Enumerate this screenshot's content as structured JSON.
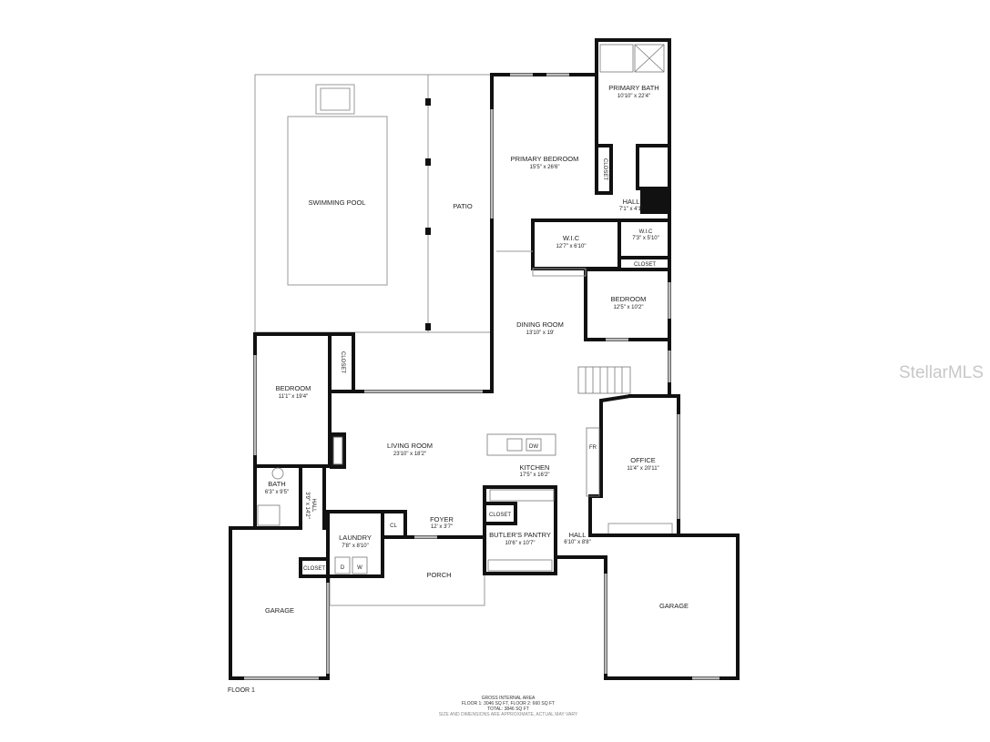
{
  "floor_label": "FLOOR 1",
  "rooms": {
    "swimming_pool": {
      "name": "SWIMMING POOL"
    },
    "patio": {
      "name": "PATIO"
    },
    "primary_bedroom": {
      "name": "PRIMARY BEDROOM",
      "size": "15'5\" x 26'6\""
    },
    "primary_bath": {
      "name": "PRIMARY BATH",
      "size": "10'10\" x 22'4\""
    },
    "closet_bath": {
      "name": "CLOSET"
    },
    "hall_upper": {
      "name": "HALL",
      "size": "7'1\" x 4'1\""
    },
    "wic_large": {
      "name": "W.I.C",
      "size": "12'7\" x 6'10\""
    },
    "wic_small": {
      "name": "W.I.C",
      "size": "7'3\" x 5'10\""
    },
    "closet_right": {
      "name": "CLOSET"
    },
    "bedroom_right": {
      "name": "BEDROOM",
      "size": "12'5\" x 10'2\""
    },
    "dining_room": {
      "name": "DINING ROOM",
      "size": "13'10\" x 19'"
    },
    "bedroom_left": {
      "name": "BEDROOM",
      "size": "11'1\" x 19'4\""
    },
    "closet_left": {
      "name": "CLOSET"
    },
    "living_room": {
      "name": "LIVING ROOM",
      "size": "23'10\" x 18'2\""
    },
    "kitchen": {
      "name": "KITCHEN",
      "size": "17'5\" x 16'2\""
    },
    "office": {
      "name": "OFFICE",
      "size": "11'4\" x 20'11\""
    },
    "bath": {
      "name": "BATH",
      "size": "6'3\" x 9'5\""
    },
    "hall_left": {
      "name": "HALL",
      "size": "3'9\" x 14'2\""
    },
    "laundry": {
      "name": "LAUNDRY",
      "size": "7'8\" x 8'10\""
    },
    "cl": {
      "name": "CL"
    },
    "foyer": {
      "name": "FOYER",
      "size": "12' x 3'7\""
    },
    "closet_pantry": {
      "name": "CLOSET"
    },
    "butlers_pantry": {
      "name": "BUTLER'S PANTRY",
      "size": "10'6\" x 10'7\""
    },
    "hall_right": {
      "name": "HALL",
      "size": "6'10\" x 8'8\""
    },
    "closet_garage": {
      "name": "CLOSET"
    },
    "porch": {
      "name": "PORCH"
    },
    "garage_left": {
      "name": "GARAGE"
    },
    "garage_right": {
      "name": "GARAGE"
    }
  },
  "fixtures": {
    "dishwasher": "DW",
    "fridge": "FR",
    "dryer": "D",
    "washer": "W"
  },
  "footer": {
    "line1": "GROSS INTERNAL AREA",
    "line2": "FLOOR 1: 3046 SQ FT, FLOOR 2: 660 SQ FT",
    "line3": "TOTAL: 3846 SQ FT",
    "line4": "SIZE AND DIMENSIONS ARE APPROXIMATE, ACTUAL MAY VARY"
  },
  "watermark": "StellarMLS"
}
